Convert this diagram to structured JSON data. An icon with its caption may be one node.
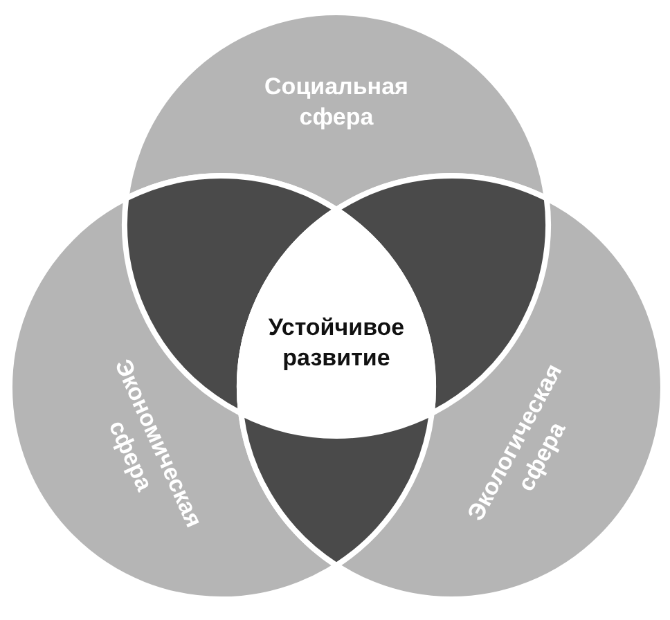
{
  "diagram": {
    "nodes": [
      {
        "text": [
          "Социальная сфера"
        ]
      },
      {
        "text": [
          "Экономическая сфера"
        ]
      },
      {
        "text": [
          "Экологическая сфера"
        ]
      },
      {
        "text": [
          "Устойчивое развитие"
        ]
      },
      {
        "text": [],
        "shape": "lens"
      },
      {
        "text": [],
        "shape": "lens"
      },
      {
        "text": [],
        "shape": "lens"
      }
    ]
  }
}
